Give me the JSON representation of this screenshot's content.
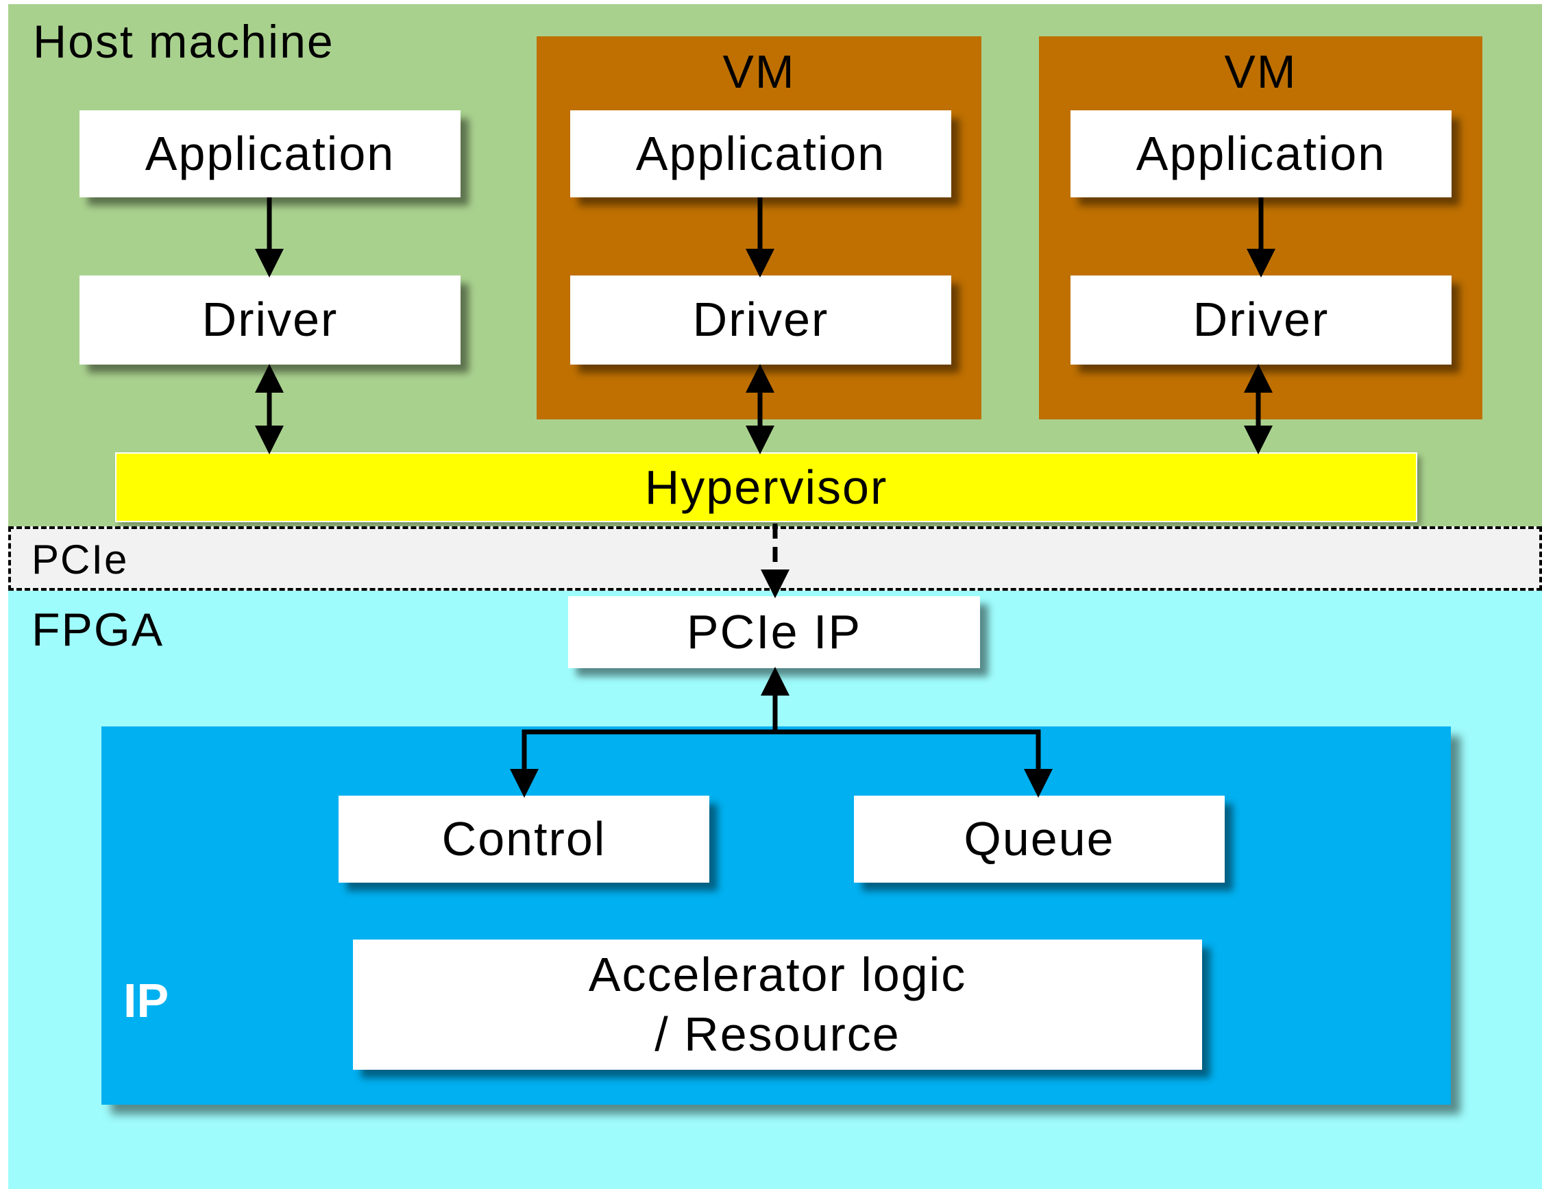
{
  "host": {
    "label": "Host machine",
    "application": "Application",
    "driver": "Driver"
  },
  "vms": [
    {
      "label": "VM",
      "application": "Application",
      "driver": "Driver"
    },
    {
      "label": "VM",
      "application": "Application",
      "driver": "Driver"
    }
  ],
  "hypervisor": "Hypervisor",
  "pcie": {
    "label": "PCIe"
  },
  "fpga": {
    "label": "FPGA",
    "pcie_ip": "PCIe IP",
    "ip": {
      "label": "IP",
      "control": "Control",
      "queue": "Queue",
      "accelerator": [
        "Accelerator logic",
        "/ Resource"
      ]
    }
  },
  "colors": {
    "host": "#a9d18e",
    "vm": "#bf7000",
    "hypervisor": "#ffff00",
    "pcie": "#f2f2f2",
    "fpga": "#9ffcfc",
    "ip": "#00b0f0"
  }
}
